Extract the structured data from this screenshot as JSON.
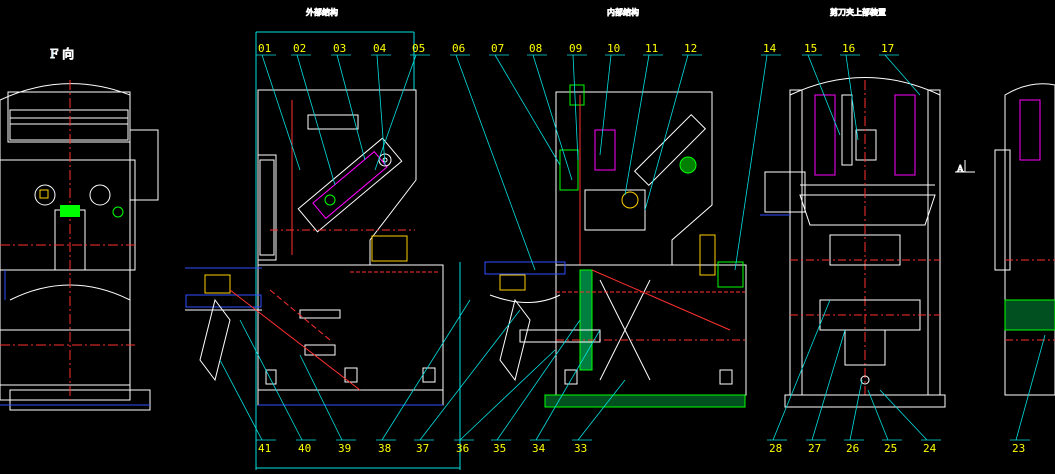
{
  "drawing": {
    "view_label": "F 向",
    "view_label_right": "A",
    "section_titles": [
      "外部结构",
      "内部结构",
      "剪刀夹上部装置"
    ],
    "top_callouts": [
      "01",
      "02",
      "03",
      "04",
      "05",
      "06",
      "07",
      "08",
      "09",
      "10",
      "11",
      "12",
      "14",
      "15",
      "16",
      "17"
    ],
    "bottom_callouts": [
      "41",
      "40",
      "39",
      "38",
      "37",
      "36",
      "35",
      "34",
      "33",
      "28",
      "27",
      "26",
      "25",
      "24",
      "23"
    ],
    "colors": {
      "background": "#000000",
      "frame": "#ffffff",
      "leader": "#00e0e0",
      "label": "#ffff00",
      "title": "#ff3030",
      "center": "#ff3030",
      "accent_magenta": "#ff00ff",
      "accent_green": "#00ff00",
      "accent_blue": "#3050ff",
      "accent_yellow": "#ffd000"
    }
  }
}
